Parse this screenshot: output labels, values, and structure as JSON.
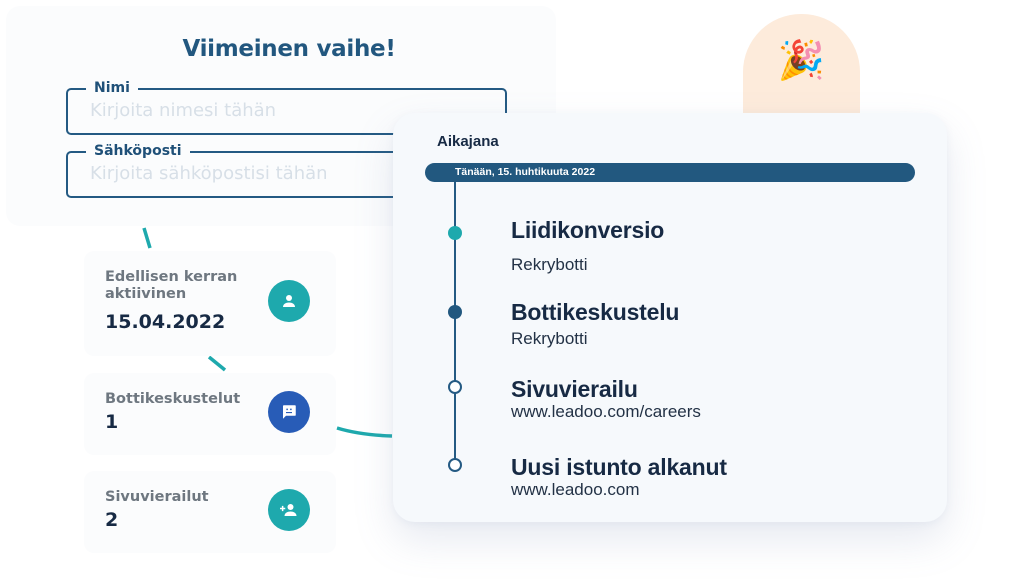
{
  "form": {
    "title": "Viimeinen vaihe!",
    "name_field": {
      "label": "Nimi",
      "placeholder": "Kirjoita nimesi tähän",
      "value": ""
    },
    "email_field": {
      "label": "Sähköposti",
      "placeholder": "Kirjoita sähköpostisi tähän",
      "value": ""
    }
  },
  "celebration": {
    "icon": "party-popper-icon",
    "glyph": "🎉",
    "background": "#fdebdb"
  },
  "stats": [
    {
      "label": "Edellisen kerran aktiivinen",
      "value": "15.04.2022",
      "icon": "person-icon",
      "icon_color": "#1ea9ad"
    },
    {
      "label": "Bottikeskustelut",
      "value": "1",
      "icon": "chat-bot-icon",
      "icon_color": "#285cb7"
    },
    {
      "label": "Sivuvierailut",
      "value": "2",
      "icon": "person-add-icon",
      "icon_color": "#1ea9ad"
    }
  ],
  "timeline": {
    "title": "Aikajana",
    "date_bar": "Tänään, 15. huhtikuuta 2022",
    "items": [
      {
        "title": "Liidikonversio",
        "subtitle": "Rekrybotti",
        "dot": "filled-teal"
      },
      {
        "title": "Bottikeskustelu",
        "subtitle": "Rekrybotti",
        "dot": "filled-navy"
      },
      {
        "title": "Sivuvierailu",
        "subtitle": "www.leadoo.com/careers",
        "dot": "hollow"
      },
      {
        "title": "Uusi istunto alkanut",
        "subtitle": "www.leadoo.com",
        "dot": "hollow"
      }
    ]
  },
  "colors": {
    "primary_navy": "#22587f",
    "teal": "#1ea9ad",
    "blue": "#285cb7",
    "text_dark": "#172a44",
    "text_muted": "#6e7780"
  }
}
